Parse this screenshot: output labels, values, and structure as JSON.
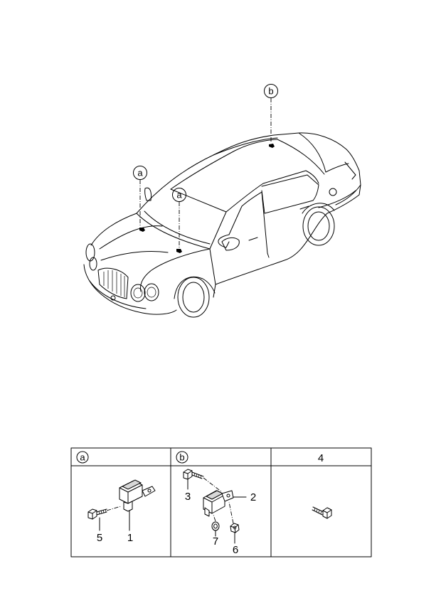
{
  "callouts": {
    "a1": "a",
    "a2": "a",
    "b": "b"
  },
  "table": {
    "headers": [
      "a",
      "b",
      "4"
    ],
    "parts": {
      "p1": "1",
      "p2": "2",
      "p3": "3",
      "p5": "5",
      "p6": "6",
      "p7": "7"
    }
  }
}
